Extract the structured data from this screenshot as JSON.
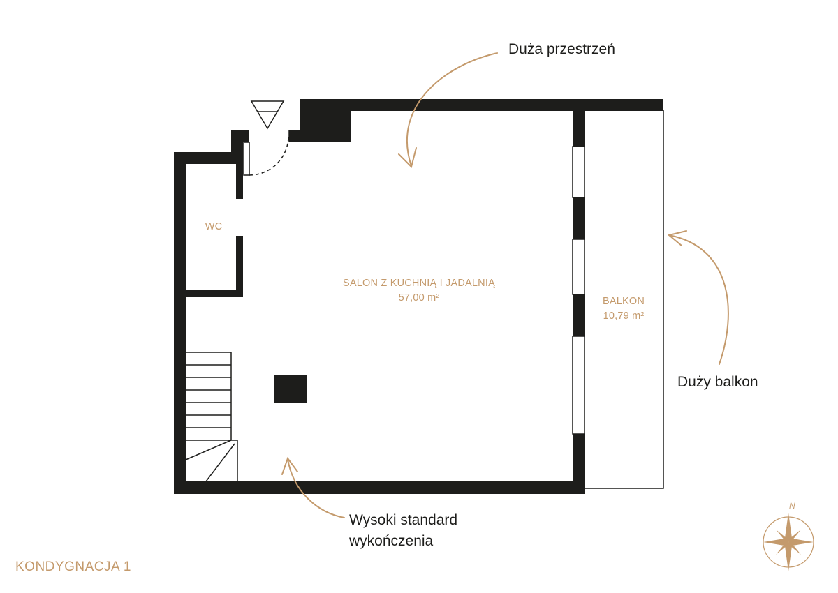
{
  "rooms": {
    "wc": {
      "name": "WC"
    },
    "salon": {
      "name": "SALON Z KUCHNIĄ I JADALNIĄ",
      "area": "57,00 m²"
    },
    "balkon": {
      "name": "BALKON",
      "area": "10,79 m²"
    }
  },
  "callouts": {
    "space": {
      "text": "Duża przestrzeń"
    },
    "balcony": {
      "text": "Duży balkon"
    },
    "standard": {
      "line1": "Wysoki standard",
      "line2": "wykończenia"
    }
  },
  "floor": {
    "label": "KONDYGNACJA 1"
  },
  "compass": {
    "north": "N"
  },
  "colors": {
    "wall": "#1d1d1b",
    "accent": "#c49a6c",
    "background": "#ffffff"
  }
}
